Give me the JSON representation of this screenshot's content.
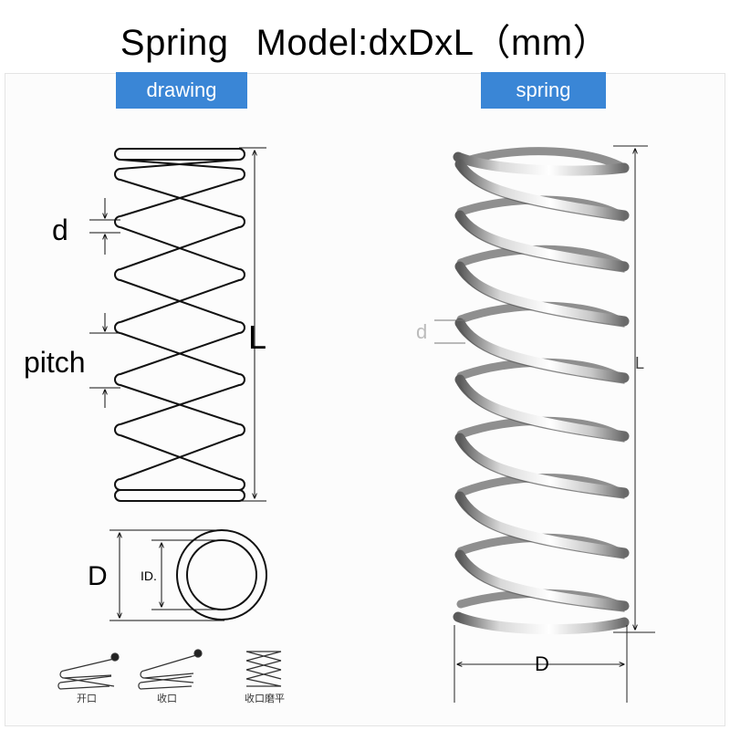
{
  "title": {
    "left": "Spring",
    "right": "Model:dxDxL（mm）"
  },
  "tabs": {
    "drawing": "drawing",
    "spring": "spring"
  },
  "drawing_labels": {
    "d": "d",
    "pitch": "pitch",
    "L": "L",
    "D": "D",
    "ID": "ID."
  },
  "photo_labels": {
    "d": "d",
    "L": "L",
    "D": "D"
  },
  "end_types": [
    "开口",
    "收口",
    "收口磨平"
  ],
  "colors": {
    "tab": "#3a86d6",
    "line": "#111111",
    "steel": "#9a9a9a"
  }
}
